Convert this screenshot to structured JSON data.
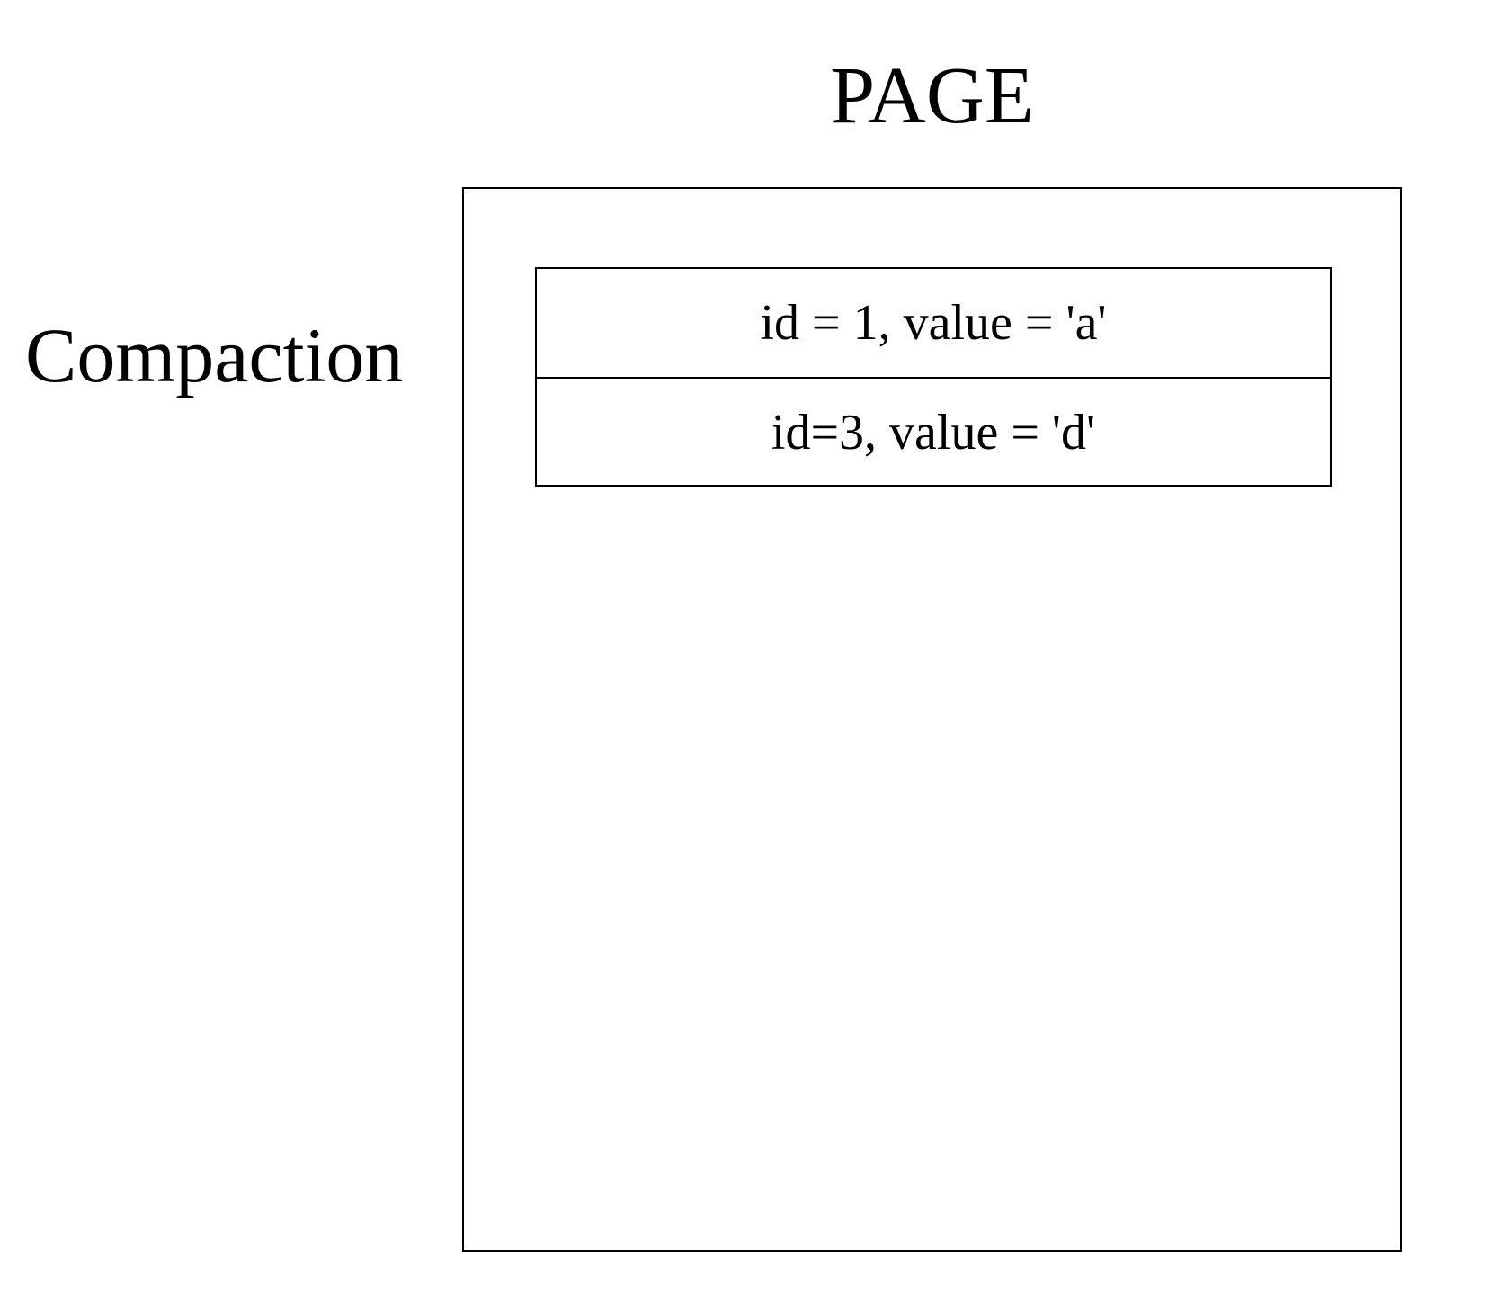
{
  "diagram": {
    "title": "PAGE",
    "side_label": "Compaction",
    "records": [
      {
        "text": "id = 1, value = 'a'"
      },
      {
        "text": "id=3, value = 'd'"
      }
    ]
  }
}
